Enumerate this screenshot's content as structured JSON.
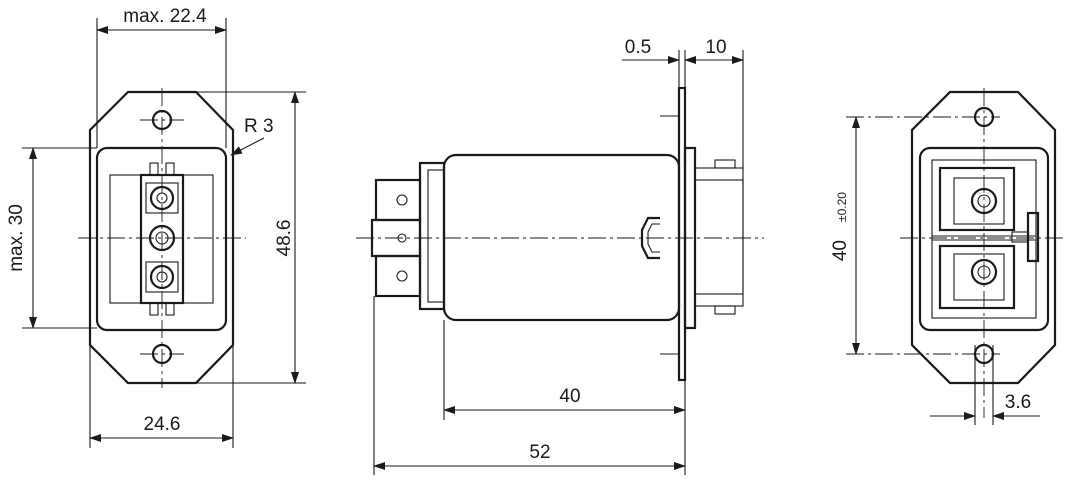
{
  "dimensions": {
    "front_max_width": "max. 22.4",
    "front_radius": "R 3",
    "front_max_height": "max. 30",
    "front_flange_height": "48.6",
    "front_flange_width": "24.6",
    "side_panel_thickness": "0.5",
    "side_front_depth": "10",
    "side_body_length": "40",
    "side_total_length": "52",
    "back_hole_spacing": "40",
    "back_hole_spacing_tolerance": "±0.20",
    "back_hole_offset": "3.6"
  }
}
